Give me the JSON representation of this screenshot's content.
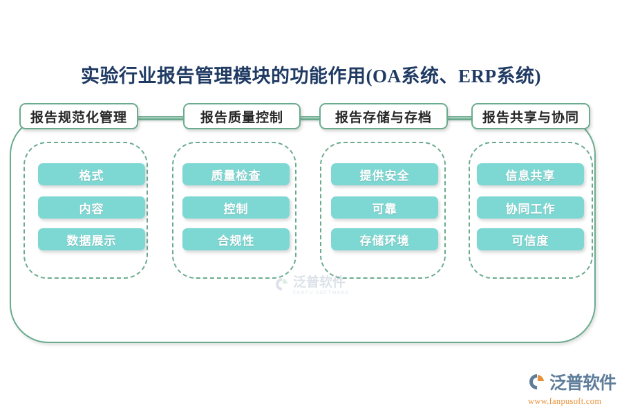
{
  "page": {
    "title": "实验行业报告管理模块的功能作用(OA系统、ERP系统)",
    "title_color": "#1f3a63",
    "background": "#ffffff"
  },
  "theme": {
    "frame_border_color": "#6aab8e",
    "dashed_border_color": "#6aab8e",
    "pill_fill_color": "#7dd8d3",
    "pill_text_color": "#ffffff",
    "header_text_color": "#262626",
    "header_fill_color": "#ffffff"
  },
  "diagram": {
    "type": "grouped-blocks",
    "columns": [
      {
        "header": "报告规范化管理",
        "items": [
          "格式",
          "内容",
          "数据展示"
        ]
      },
      {
        "header": "报告质量控制",
        "items": [
          "质量检查",
          "控制",
          "合规性"
        ]
      },
      {
        "header": "报告存储与存档",
        "items": [
          "提供安全",
          "可靠",
          "存储环境"
        ]
      },
      {
        "header": "报告共享与协同",
        "items": [
          "信息共享",
          "协同工作",
          "可信度"
        ]
      }
    ]
  },
  "watermark": {
    "name_cn": "泛普软件",
    "name_en": "FANPU SOFTWARE"
  },
  "brand": {
    "name_cn": "泛普软件",
    "url": "www.fanpusoft.com",
    "name_color": "#5e7d9a",
    "url_color": "#e8913a"
  }
}
